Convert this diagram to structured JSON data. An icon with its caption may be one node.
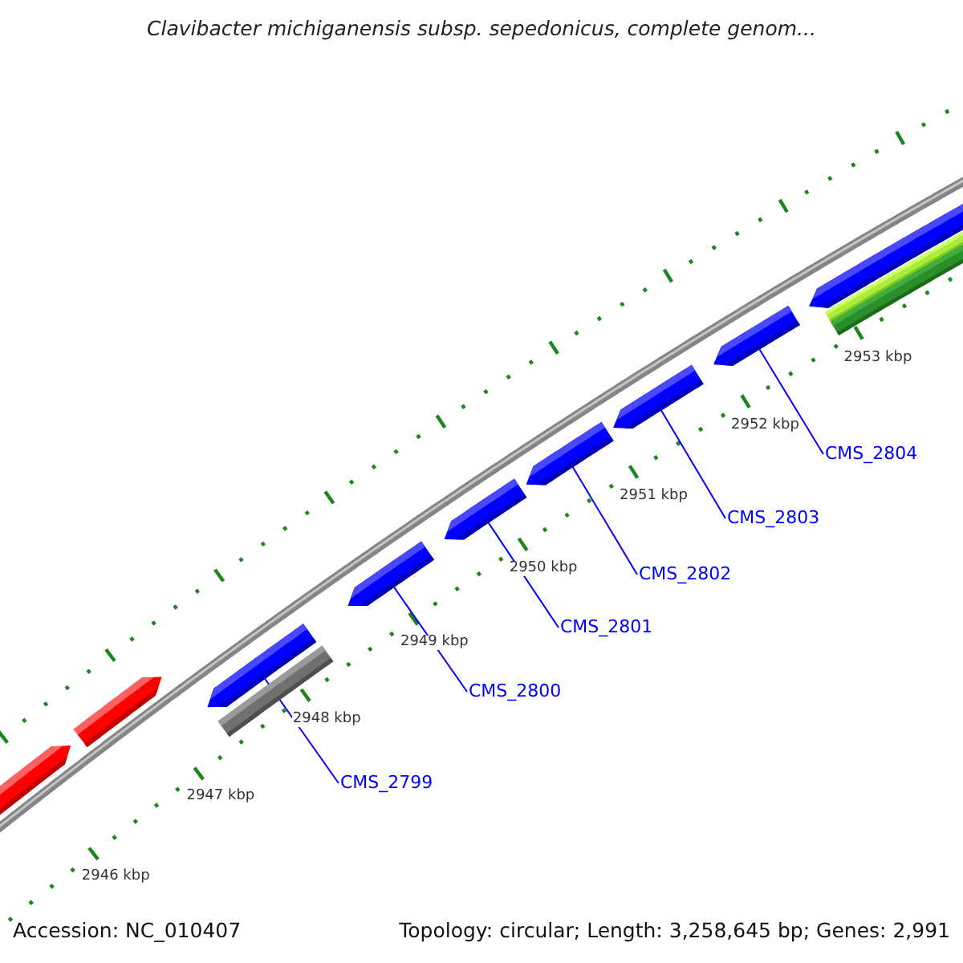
{
  "diagram": {
    "title": "Clavibacter michiganensis subsp. sepedonicus, complete genom...",
    "nodes": [
      {
        "text": [],
        "shape": "bar"
      },
      {
        "text": [],
        "shape": "bar"
      },
      {
        "text": [],
        "shape": "bar"
      },
      {
        "text": [],
        "shape": "bar"
      },
      {
        "text": [],
        "shape": "bar"
      },
      {
        "text": [],
        "shape": "bar"
      },
      {
        "text": [],
        "shape": "bar"
      },
      {
        "text": [],
        "shape": "bar"
      },
      {
        "text": [],
        "shape": "bar"
      },
      {
        "text": [],
        "shape": "bar"
      },
      {
        "text": [],
        "shape": "bar"
      },
      {
        "text": [],
        "shape": "bar"
      },
      {
        "text": [
          "CMS_2799"
        ]
      },
      {
        "text": [
          "CMS_2800"
        ]
      },
      {
        "text": [
          "CMS_2801"
        ]
      },
      {
        "text": [
          "CMS_2802"
        ]
      },
      {
        "text": [
          "CMS_2803"
        ]
      },
      {
        "text": [
          "CMS_2804"
        ]
      }
    ],
    "edges": [
      {
        "from": 12,
        "to": 2,
        "arrow": "none"
      },
      {
        "from": 13,
        "to": 4,
        "arrow": "none"
      },
      {
        "from": 14,
        "to": 5,
        "arrow": "none"
      },
      {
        "from": 15,
        "to": 6,
        "arrow": "none"
      },
      {
        "from": 16,
        "to": 7,
        "arrow": "none"
      },
      {
        "from": 17,
        "to": 8,
        "arrow": "none"
      }
    ],
    "labels": [
      "2953 kbp",
      "2952 kbp",
      "2951 kbp",
      "2950 kbp",
      "2949 kbp",
      "2948 kbp",
      "2947 kbp",
      "2946 kbp",
      "Accession: NC_010407",
      "Topology: circular; Length: 3,258,645 bp; Genes: 2,991"
    ]
  }
}
